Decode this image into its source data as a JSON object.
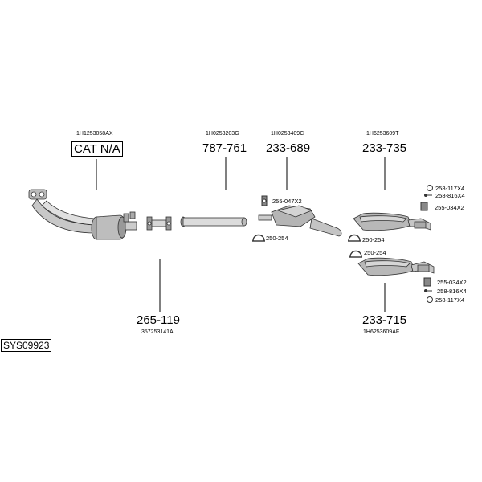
{
  "system_id": "SYS09923",
  "parts": {
    "catalyst": {
      "oem": "1H1253058AX",
      "label": "CAT N/A"
    },
    "front_pipe": {
      "number": "265-119",
      "oem": "357253141A"
    },
    "middle_pipe": {
      "number": "787-761",
      "oem": "1H0253203G"
    },
    "center_silencer": {
      "number": "233-689",
      "oem": "1H0253409C"
    },
    "rear_silencer_a": {
      "number": "233-735",
      "oem": "1H6253609T"
    },
    "rear_silencer_b": {
      "number": "233-715",
      "oem": "1H6253609AF"
    }
  },
  "accessories": {
    "rubber_mount_center": "255-047X2",
    "clamp_center": "250-254",
    "clamp_rear_a": "250-254",
    "clamp_rear_b": "250-254",
    "rear_a_ring": "258-117X4",
    "rear_a_bolt": "258-816X4",
    "rear_a_hanger": "255-034X2",
    "rear_b_hanger": "255-034X2",
    "rear_b_bolt": "258-816X4",
    "rear_b_ring": "258-117X4"
  }
}
